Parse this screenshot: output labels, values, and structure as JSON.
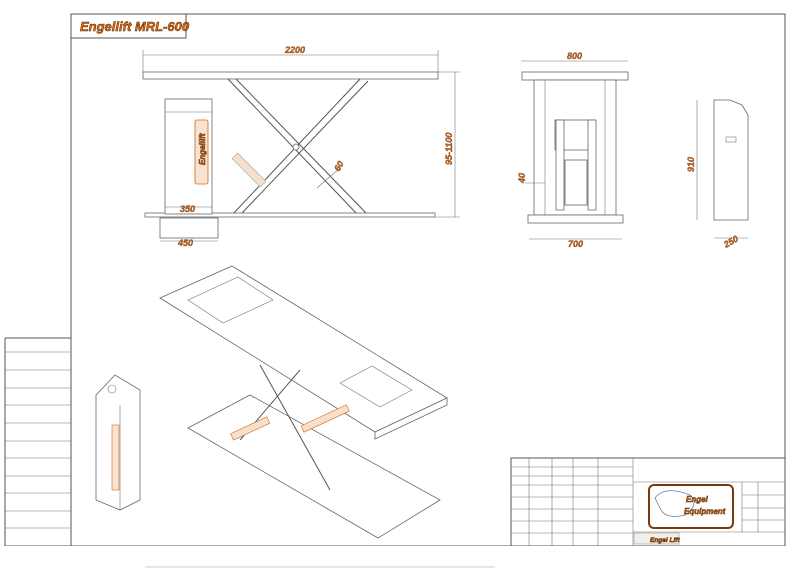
{
  "title_block": {
    "model_title": "Engellift MRL-600",
    "company_line1": "Engel",
    "company_line2": "Equipment",
    "footer_logo": "Engel Lift"
  },
  "side_view": {
    "dim_length": "2200",
    "dim_height": "95-1100",
    "dim_angle": "60",
    "dim_cabinet_width": "350",
    "dim_cabinet_base": "450",
    "cabinet_logo": "Engellift"
  },
  "front_view": {
    "dim_top_width": "800",
    "dim_base_width": "700",
    "dim_offset": "40"
  },
  "cabinet_view": {
    "dim_height": "910",
    "dim_depth": "250"
  },
  "colors": {
    "accent": "#e06a10",
    "outline": "#5a2a00",
    "line": "#555555"
  }
}
